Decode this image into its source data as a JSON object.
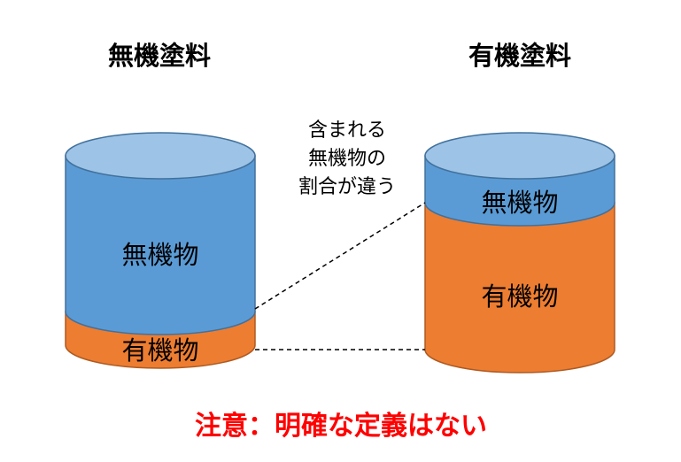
{
  "left_cylinder": {
    "title": "無機塗料",
    "upper_label": "無機物",
    "lower_label": "有機物"
  },
  "right_cylinder": {
    "title": "有機塗料",
    "upper_label": "無機物",
    "lower_label": "有機物"
  },
  "annotation": {
    "line1": "含まれる",
    "line2": "無機物の",
    "line3": "割合が違う"
  },
  "note": {
    "text": "注意：明確な定義はない"
  },
  "colors": {
    "inorganic": "#5B9BD5",
    "inorganic_top": "#9DC3E6",
    "organic": "#ED7D31",
    "outline": "#41719C",
    "organic_outline": "#AE5A21",
    "note": "#FF0000"
  }
}
